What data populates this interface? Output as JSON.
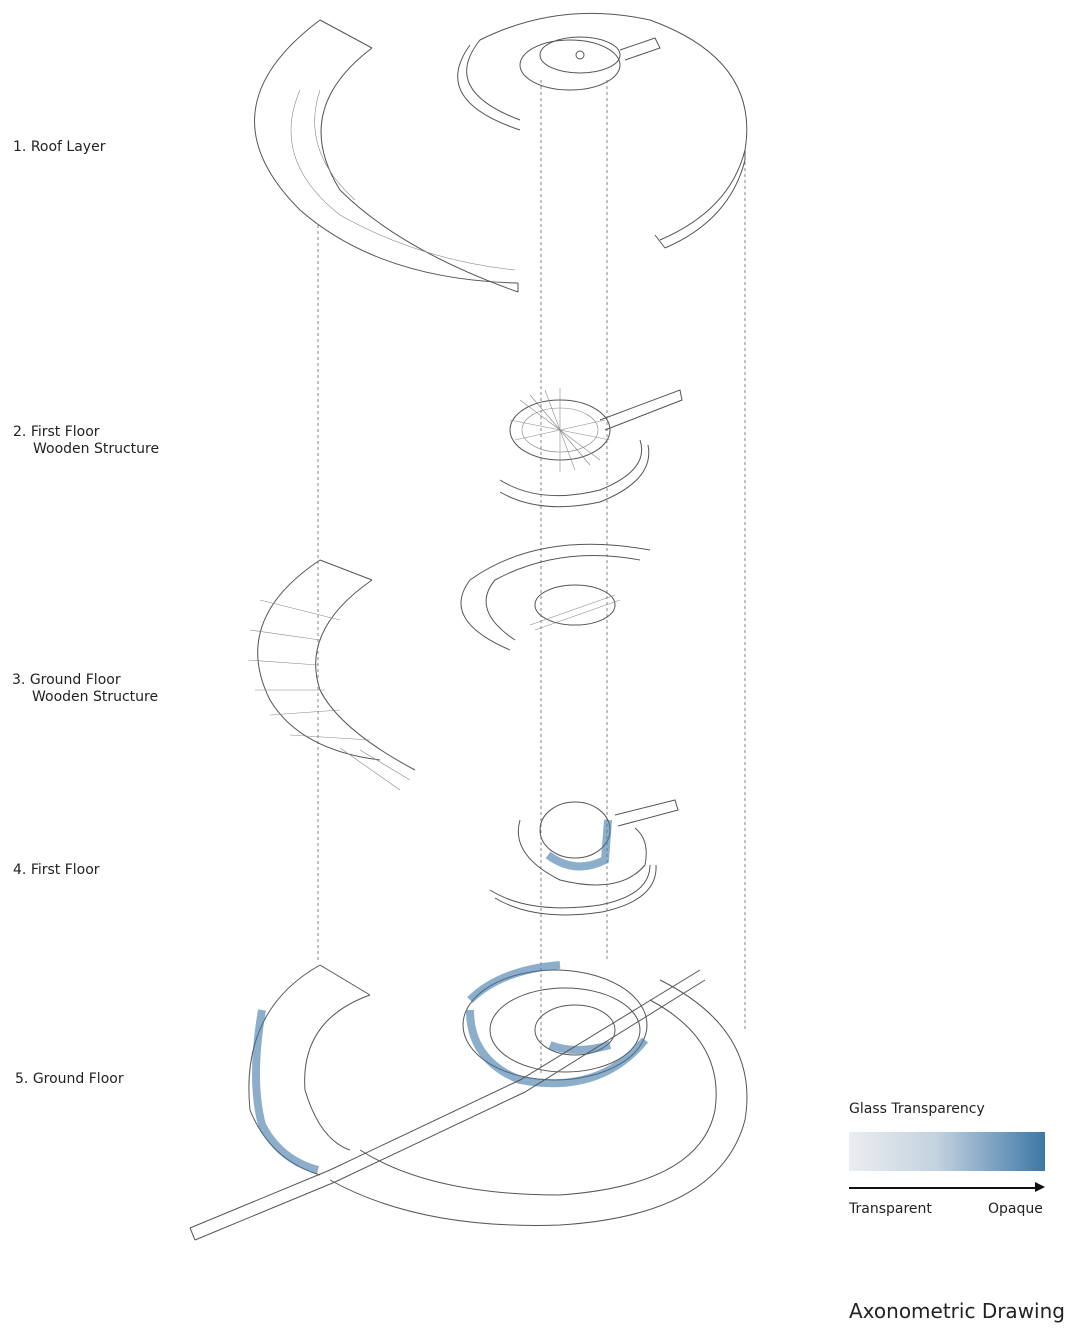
{
  "layers": [
    {
      "number": "1.",
      "name": "Roof Layer",
      "sub": ""
    },
    {
      "number": "2.",
      "name": "First Floor",
      "sub": "Wooden Structure"
    },
    {
      "number": "3.",
      "name": "Ground Floor",
      "sub": "Wooden Structure"
    },
    {
      "number": "4.",
      "name": "First Floor",
      "sub": ""
    },
    {
      "number": "5.",
      "name": "Ground Floor",
      "sub": ""
    }
  ],
  "legend": {
    "title": "Glass Transparency",
    "low_label": "Transparent",
    "high_label": "Opaque",
    "colors": {
      "low": "#ebedf0",
      "high": "#3d77a6"
    }
  },
  "title": "Axonometric Drawing"
}
